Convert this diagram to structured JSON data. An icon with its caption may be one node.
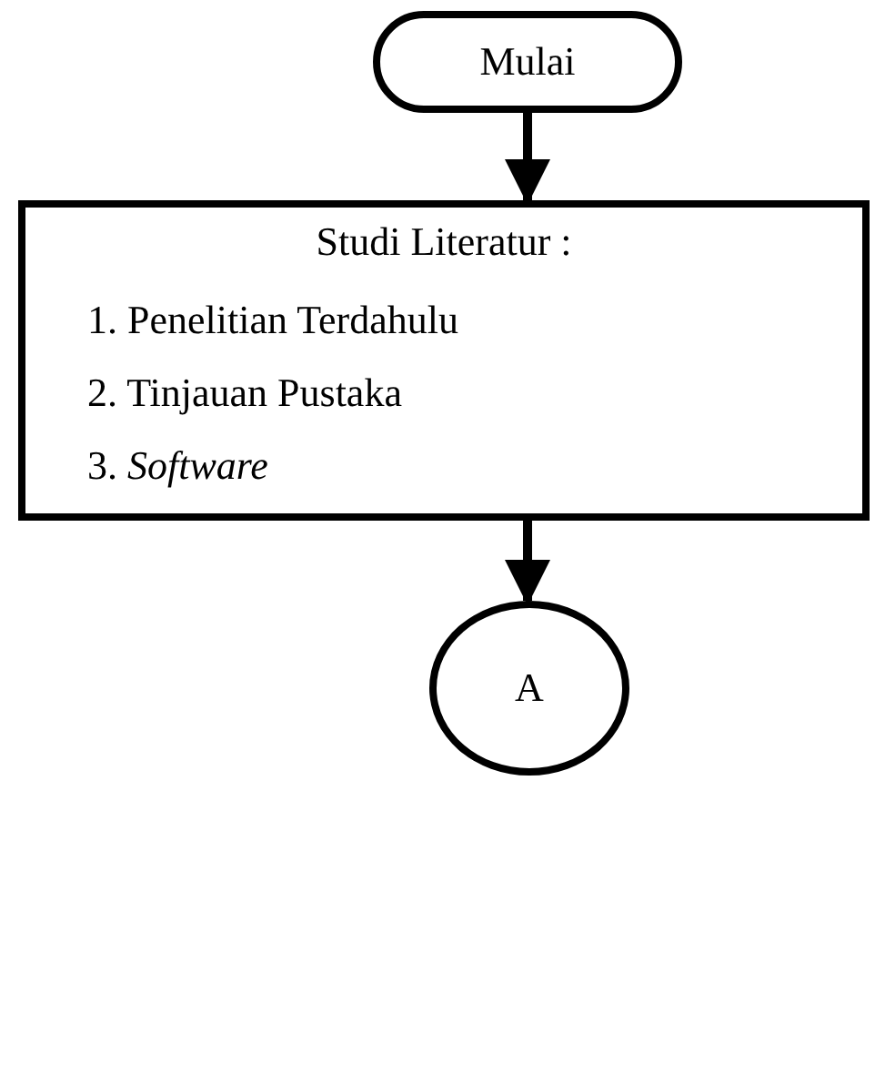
{
  "diagram": {
    "nodes": [
      {
        "text": [
          "Mulai"
        ]
      },
      {
        "text": [
          "Studi Literatur :",
          "1. Penelitian Terdahulu",
          "2. Tinjauan Pustaka",
          "3. *Software*"
        ]
      },
      {
        "text": [
          "A"
        ]
      }
    ],
    "edges": [
      {
        "from": 0,
        "to": 1,
        "arrow": "to"
      },
      {
        "from": 1,
        "to": 2,
        "arrow": "to"
      }
    ]
  }
}
